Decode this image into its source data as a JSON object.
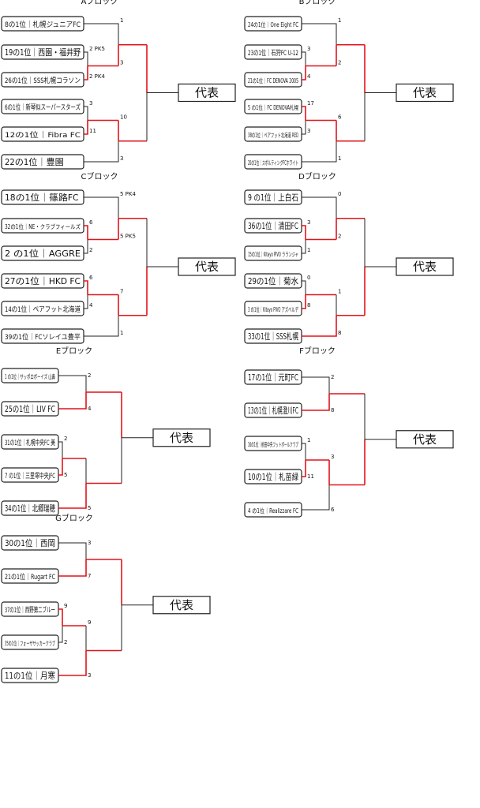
{
  "representative_label": "代表",
  "colors": {
    "winner_line": "#e0141b",
    "line": "#222222"
  },
  "blocks": [
    {
      "id": "A",
      "title": "Aブロック",
      "teams": [
        "8の1位｜札幌ジュニアFC",
        "19の1位｜西園・福井野",
        "26の1位｜SSS札幌コラソン",
        "6の1位｜新琴似スーパースターズ",
        "12の1位｜Fibra FC",
        "22の1位｜豊園"
      ],
      "scores": {
        "m1": [
          "2 PK5",
          "2 PK4"
        ],
        "m2": [
          "3",
          "11"
        ],
        "m3": [
          "1",
          "3"
        ],
        "m4": [
          "10",
          "3"
        ]
      }
    },
    {
      "id": "B",
      "title": "Bブロック",
      "teams": [
        "24の1位｜One Eight FC",
        "23の1位｜石狩FC U-12",
        "21の1位｜FC DENOVA 2005",
        "5 の1位｜FC DENOVA札幌",
        "38の1位｜ペアフット北海道 RED",
        "20の1位｜スポルティングFCホワイト"
      ],
      "scores": {
        "m1": [
          "3",
          "4"
        ],
        "m2": [
          "17",
          "3"
        ],
        "m3": [
          "1",
          "2"
        ],
        "m4": [
          "6",
          "1"
        ]
      }
    },
    {
      "id": "C",
      "title": "Cブロック",
      "teams": [
        "18の1位｜篠路FC",
        "32の1位｜NE・クラブフィールズ",
        "2 の1位｜AGGRE",
        "27の1位｜HKD FC",
        "14の1位｜ペアフット北海道",
        "39の1位｜FCソレイユ豊平"
      ],
      "scores": {
        "m1": [
          "6",
          "2"
        ],
        "m2": [
          "6",
          "4"
        ],
        "m3": [
          "5 PK4",
          "5 PK5"
        ],
        "m4": [
          "7",
          "1"
        ]
      }
    },
    {
      "id": "D",
      "title": "Dブロック",
      "teams": [
        "9 の1位｜上白石",
        "36の1位｜清田FC",
        "15の1位｜Kitayo PIVO ラランジャ",
        "29の1位｜菊水",
        "3 の1位｜Kitayo PIVO アズベルデ",
        "33の1位｜SSS札幌"
      ],
      "scores": {
        "m1": [
          "3",
          "1"
        ],
        "m2": [
          "0",
          "8"
        ],
        "m3": [
          "0",
          "2"
        ],
        "m4": [
          "1",
          "8"
        ]
      }
    },
    {
      "id": "E",
      "title": "Eブロック",
      "teams": [
        "1 の1位｜サッポロボーイズ 山鼻",
        "25の1位｜LIV FC",
        "31の1位｜札幌中央FC 美",
        "7 の1位｜三里塚中央JFC",
        "34の1位｜北郷瑞穂"
      ],
      "scores": {
        "m1": [
          "2",
          "4"
        ],
        "m2": [
          "2",
          "5"
        ],
        "m3": [
          "5"
        ]
      }
    },
    {
      "id": "F",
      "title": "Fブロック",
      "teams": [
        "17の1位｜元町FC",
        "13の1位｜札幌澄川FC",
        "16の1位｜前田中央フットボールクラブ",
        "10の1位｜札苗緑",
        "4 の1位｜Realizzare FC"
      ],
      "scores": {
        "m1": [
          "2",
          "8"
        ],
        "m2": [
          "1",
          "11"
        ],
        "m3": [
          "3",
          "6"
        ]
      }
    },
    {
      "id": "G",
      "title": "Gブロック",
      "teams": [
        "30の1位｜西岡",
        "21の1位｜Rugart FC",
        "37の1位｜西野第二ブルー",
        "35の1位｜フォーザサッカークラブ",
        "11の1位｜月寒"
      ],
      "scores": {
        "m1": [
          "3",
          "7"
        ],
        "m2": [
          "9",
          "2"
        ],
        "m3": [
          "9",
          "3"
        ]
      }
    }
  ]
}
